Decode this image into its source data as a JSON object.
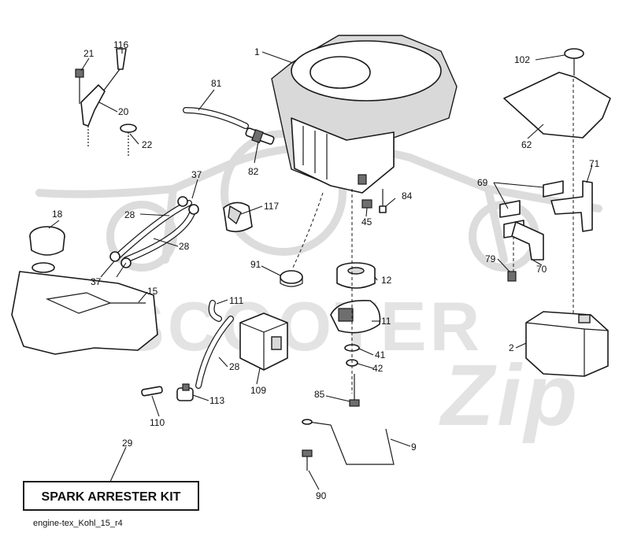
{
  "watermark": {
    "text": "SCOOTER",
    "script": "Zip",
    "color": "#dcdcdc"
  },
  "callouts": [
    {
      "id": "1",
      "label": "1"
    },
    {
      "id": "2",
      "label": "2"
    },
    {
      "id": "9",
      "label": "9"
    },
    {
      "id": "11",
      "label": "11"
    },
    {
      "id": "12",
      "label": "12"
    },
    {
      "id": "15",
      "label": "15"
    },
    {
      "id": "18",
      "label": "18"
    },
    {
      "id": "20",
      "label": "20"
    },
    {
      "id": "21",
      "label": "21"
    },
    {
      "id": "22",
      "label": "22"
    },
    {
      "id": "28a",
      "label": "28"
    },
    {
      "id": "28b",
      "label": "28"
    },
    {
      "id": "28c",
      "label": "28"
    },
    {
      "id": "29",
      "label": "29"
    },
    {
      "id": "37a",
      "label": "37"
    },
    {
      "id": "37b",
      "label": "37"
    },
    {
      "id": "41",
      "label": "41"
    },
    {
      "id": "42",
      "label": "42"
    },
    {
      "id": "45",
      "label": "45"
    },
    {
      "id": "62",
      "label": "62"
    },
    {
      "id": "69",
      "label": "69"
    },
    {
      "id": "70",
      "label": "70"
    },
    {
      "id": "71",
      "label": "71"
    },
    {
      "id": "79",
      "label": "79"
    },
    {
      "id": "81",
      "label": "81"
    },
    {
      "id": "82",
      "label": "82"
    },
    {
      "id": "84",
      "label": "84"
    },
    {
      "id": "85",
      "label": "85"
    },
    {
      "id": "90",
      "label": "90"
    },
    {
      "id": "91",
      "label": "91"
    },
    {
      "id": "102",
      "label": "102"
    },
    {
      "id": "109",
      "label": "109"
    },
    {
      "id": "110",
      "label": "110"
    },
    {
      "id": "111",
      "label": "111"
    },
    {
      "id": "113",
      "label": "113"
    },
    {
      "id": "116",
      "label": "116"
    },
    {
      "id": "117",
      "label": "117"
    }
  ],
  "kit_box": {
    "label": "SPARK ARRESTER KIT"
  },
  "caption": "engine-tex_Kohl_15_r4"
}
